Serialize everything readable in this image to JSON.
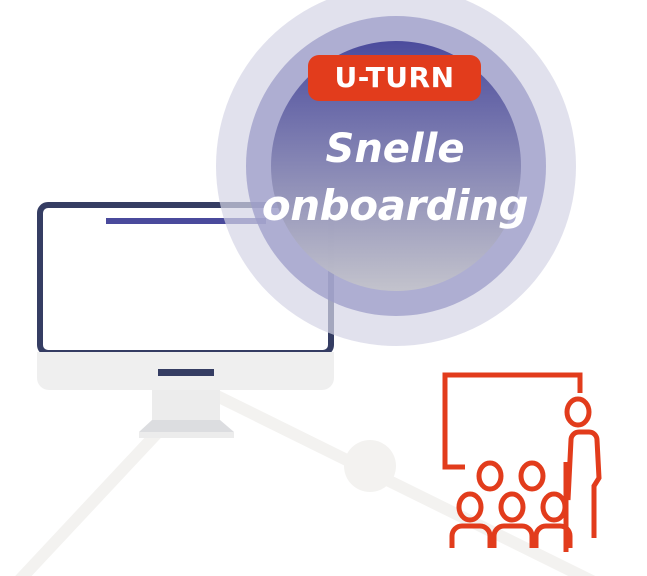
{
  "badge": {
    "label": "U-TURN"
  },
  "title": {
    "line1": "Snelle",
    "line2": "onboarding"
  },
  "colors": {
    "accent": "#e23c1c",
    "navy": "#353d63",
    "indigo": "#4a4a9c",
    "light_grey": "#efefef"
  },
  "icons": [
    "monitor-icon",
    "presentation-audience-icon"
  ]
}
